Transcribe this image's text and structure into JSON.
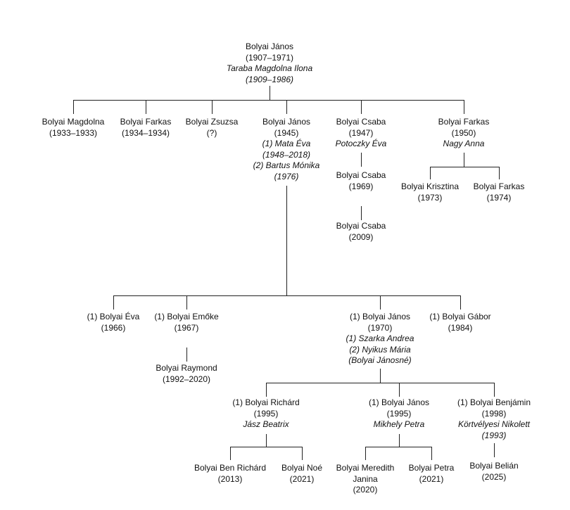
{
  "family_tree": {
    "root": {
      "name": "Bolyai János",
      "years": "(1907–1971)",
      "spouse": "Taraba Magdolna Ilona",
      "spouse_years": "(1909–1986)"
    },
    "children": {
      "magdolna": {
        "name": "Bolyai Magdolna",
        "years": "(1933–1933)"
      },
      "farkas_1934": {
        "name": "Bolyai Farkas",
        "years": "(1934–1934)"
      },
      "zsuzsa": {
        "name": "Bolyai Zsuzsa",
        "years": "(?)"
      },
      "janos_1945": {
        "name": "Bolyai János",
        "years": "(1945)",
        "spouses": [
          "(1) Mata Éva",
          "(1948–2018)",
          "(2) Bartus Mónika",
          "(1976)"
        ]
      },
      "csaba_1947": {
        "name": "Bolyai Csaba",
        "years": "(1947)",
        "spouse": "Potoczky Éva"
      },
      "farkas_1950": {
        "name": "Bolyai Farkas",
        "years": "(1950)",
        "spouse": "Nagy Anna"
      }
    },
    "csaba_line": {
      "csaba_1969": {
        "name": "Bolyai Csaba",
        "years": "(1969)"
      },
      "csaba_2009": {
        "name": "Bolyai Csaba",
        "years": "(2009)"
      }
    },
    "farkas_children": {
      "krisztina": {
        "name": "Bolyai Krisztina",
        "years": "(1973)"
      },
      "farkas_1974": {
        "name": "Bolyai Farkas",
        "years": "(1974)"
      }
    },
    "janos_children": {
      "eva": {
        "name": "(1) Bolyai Éva",
        "years": "(1966)"
      },
      "emoke": {
        "name": "(1) Bolyai Emőke",
        "years": "(1967)"
      },
      "janos_1970": {
        "name": "(1) Bolyai János",
        "years": "(1970)",
        "spouses": [
          "(1) Szarka Andrea",
          "(2) Nyikus Mária",
          "(Bolyai Jánosné)"
        ]
      },
      "gabor": {
        "name": "(1) Bolyai Gábor",
        "years": "(1984)"
      }
    },
    "emoke_child": {
      "name": "Bolyai Raymond",
      "years": "(1992–2020)"
    },
    "janos_1970_children": {
      "richard": {
        "name": "(1) Bolyai Richárd",
        "years": "(1995)",
        "spouse": "Jász Beatrix"
      },
      "janos_1995": {
        "name": "(1) Bolyai János",
        "years": "(1995)",
        "spouse": "Mikhely Petra"
      },
      "benjamin": {
        "name": "(1) Bolyai Benjámin",
        "years": "(1998)",
        "spouse": "Körtvélyesi Nikolett",
        "spouse_years": "(1993)"
      }
    },
    "richard_children": {
      "ben_richard": {
        "name": "Bolyai Ben Richárd",
        "years": "(2013)"
      },
      "noe": {
        "name": "Bolyai Noé",
        "years": "(2021)"
      }
    },
    "janos_1995_children": {
      "meredith": {
        "name": "Bolyai Meredith",
        "name2": "Janina",
        "years": "(2020)"
      },
      "petra": {
        "name": "Bolyai Petra",
        "years": "(2021)"
      }
    },
    "benjamin_child": {
      "name": "Bolyai Belián",
      "years": "(2025)"
    }
  },
  "colors": {
    "line": "#222222",
    "text": "#111111"
  }
}
